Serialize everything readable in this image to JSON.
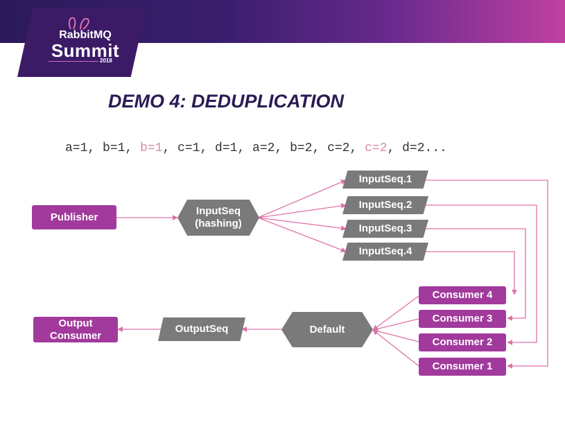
{
  "brand": {
    "line1": "RabbitMQ",
    "line2": "Summit",
    "year": "2018"
  },
  "title": "DEMO 4: DEDUPLICATION",
  "sequence": [
    {
      "text": "a=1, b=1, ",
      "highlight": false
    },
    {
      "text": "b=1",
      "highlight": true
    },
    {
      "text": ", c=1, d=1, a=2, b=2, c=2, ",
      "highlight": false
    },
    {
      "text": "c=2",
      "highlight": true
    },
    {
      "text": ", d=2...",
      "highlight": false
    }
  ],
  "nodes": {
    "publisher": "Publisher",
    "inputseq": "InputSeq\n(hashing)",
    "inputseq_1": "InputSeq.1",
    "inputseq_2": "InputSeq.2",
    "inputseq_3": "InputSeq.3",
    "inputseq_4": "InputSeq.4",
    "consumer_4": "Consumer 4",
    "consumer_3": "Consumer 3",
    "consumer_2": "Consumer 2",
    "consumer_1": "Consumer 1",
    "default": "Default",
    "outputseq": "OutputSeq",
    "output_consumer": "Output\nConsumer"
  },
  "colors": {
    "purple": "#a13a9c",
    "gray": "#7a7a7a",
    "connector": "#e070a8",
    "highlight": "#d68aa8",
    "title": "#2a1b55"
  }
}
